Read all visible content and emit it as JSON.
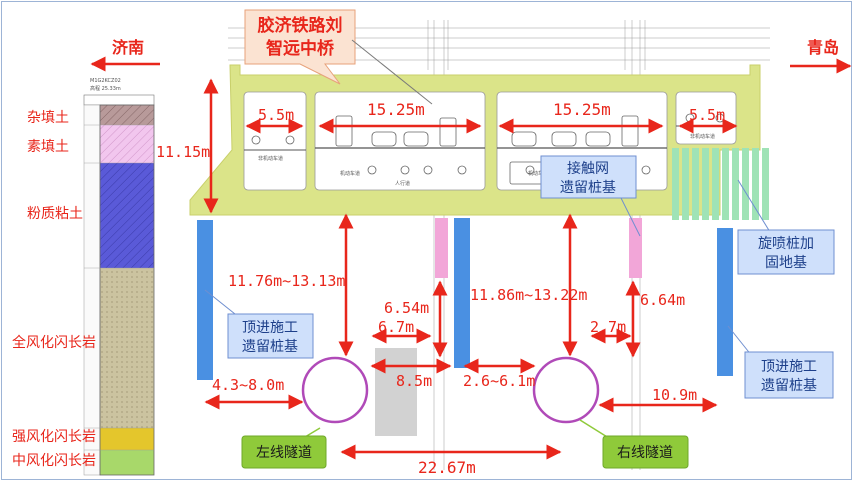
{
  "title": {
    "line1": "胶济铁路刘",
    "line2": "智远中桥"
  },
  "directions": {
    "left": "济南",
    "right": "青岛"
  },
  "borehole": {
    "id": "M1G2KCZ02",
    "elevation": "高程 25.33m"
  },
  "soil_layers": [
    {
      "name": "杂填土",
      "color": "#b89a9a"
    },
    {
      "name": "素填土",
      "color": "#f2c6ee"
    },
    {
      "name": "粉质粘土",
      "color": "#5a5ad8"
    },
    {
      "name": "全风化闪长岩",
      "color": "#cbc3a0"
    },
    {
      "name": "强风化闪长岩",
      "color": "#e4c62c"
    },
    {
      "name": "中风化闪长岩",
      "color": "#a8d86a"
    }
  ],
  "dimensions": {
    "span_left_small": "5.5m",
    "span_mid_left": "15.25m",
    "span_mid_right": "15.25m",
    "span_right_small": "5.5m",
    "bridge_height": "11.15m",
    "left_clearance": "11.76m~13.13m",
    "right_clearance": "11.86m~13.22m",
    "left_pile_depth": "6.54m",
    "right_pile_depth": "6.64m",
    "left_pile_gap": "6.7m",
    "right_pile_gap": "2.7m",
    "left_tunnel_offset": "4.3~8.0m",
    "left_tunnel_gap": "8.5m",
    "mid_tunnel_gap": "2.6~6.1m",
    "right_tunnel_offset": "10.9m",
    "tunnel_spacing": "22.67m"
  },
  "callouts": {
    "catenary": {
      "line1": "接触网",
      "line2": "遗留桩基"
    },
    "jet_grout": {
      "line1": "旋喷桩加",
      "line2": "固地基"
    },
    "jacking_left": {
      "line1": "顶进施工",
      "line2": "遗留桩基"
    },
    "jacking_right": {
      "line1": "顶进施工",
      "line2": "遗留桩基"
    },
    "tunnel_left": "左线隧道",
    "tunnel_right": "右线隧道"
  },
  "lane_labels": [
    "非机动车道",
    "机动车道",
    "人行道",
    "机动车道",
    "非机动车道"
  ],
  "colors": {
    "bridge": "#dbe489",
    "bridge_stroke": "#c8cf6a",
    "pile_blue": "#4a90e2",
    "pile_pink": "#f2a6d8",
    "jet_green": "#9fe3b6",
    "dimension_red": "#e8261b",
    "tunnel_circle": "#b04ab8",
    "callout_fill": "#cfe0fb",
    "callout_stroke": "#6f8fd0",
    "green_label": "#8fca3a",
    "title_fill": "#fbe3d2"
  }
}
